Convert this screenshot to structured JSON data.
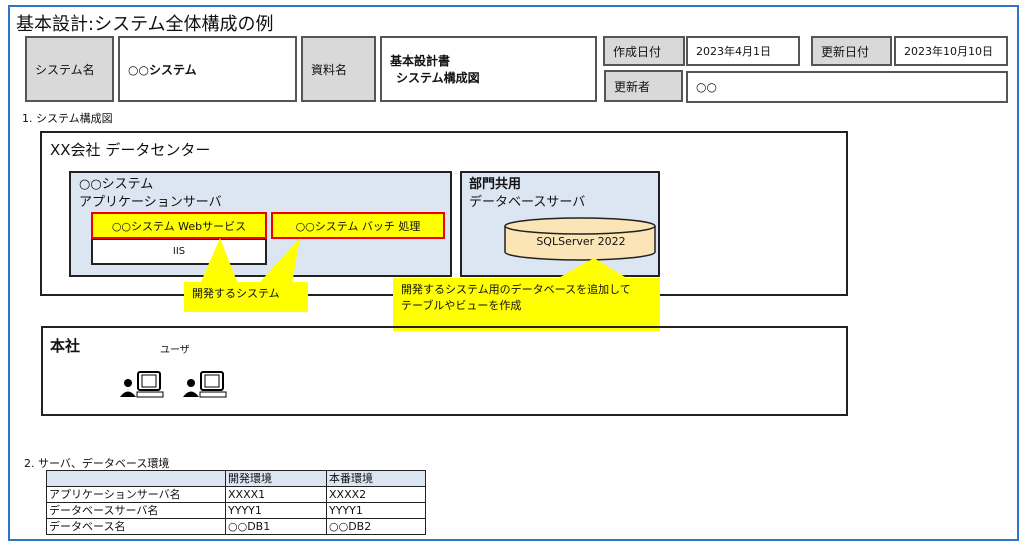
{
  "title": "基本設計:システム全体構成の例",
  "header": {
    "system_label": "システム名",
    "system_value": "○○システム",
    "doc_label": "資料名",
    "doc_value_1": "基本設計書",
    "doc_value_2": "システム構成図",
    "created_label": "作成日付",
    "created_value": "2023年4月1日",
    "updated_label": "更新日付",
    "updated_value": "2023年10月10日",
    "updater_label": "更新者",
    "updater_value": "○○"
  },
  "section1": "1. システム構成図",
  "datacenter": {
    "title": "XX会社 データセンター",
    "app_server": {
      "line1": "○○システム",
      "line2": "アプリケーションサーバ",
      "web": "○○システム Webサービス",
      "iis": "IIS",
      "batch": "○○システム バッチ 処理"
    },
    "db_server": {
      "line1": "部門共用",
      "line2": "データベースサーバ",
      "db": "SQLServer 2022"
    }
  },
  "callout_dev": "開発するシステム",
  "callout_db_1": "開発するシステム用のデータベースを追加して",
  "callout_db_2": "テーブルやビューを作成",
  "hq": {
    "title": "本社",
    "user_label": "ユーザ",
    "icons": [
      "user-computer-icon",
      "user-computer-icon"
    ]
  },
  "section2": "2. サーバ、データベース環境",
  "table": {
    "headers": [
      "",
      "開発環境",
      "本番環境"
    ],
    "rows": [
      [
        "アプリケーションサーバ名",
        "XXXX1",
        "XXXX2"
      ],
      [
        "データベースサーバ名",
        "YYYY1",
        "YYYY1"
      ],
      [
        "データベース名",
        "○○DB1",
        "○○DB2"
      ]
    ]
  },
  "colors": {
    "frame": "#2e75c8",
    "server_bg": "#dce6f2",
    "highlight": "#ffff00",
    "highlight_border": "#e00000",
    "db_fill": "#fbe5b6"
  }
}
